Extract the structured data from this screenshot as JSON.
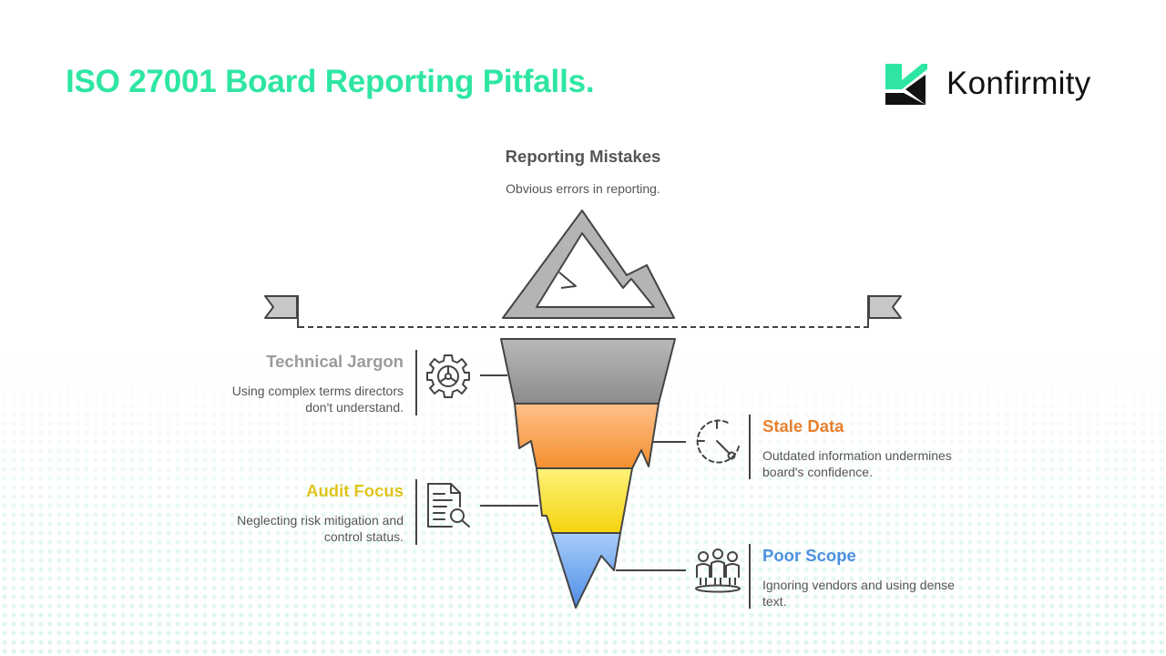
{
  "header": {
    "title": "ISO 27001 Board Reporting Pitfalls.",
    "brand_name": "Konfirmity"
  },
  "colors": {
    "title": "#2ee6a2",
    "brand_mark": "#2ee6a2",
    "gray": "#9b9b9b",
    "orange": "#e8802e",
    "yellow": "#e0c41c",
    "blue": "#4a8fe0"
  },
  "diagram": {
    "top": {
      "title": "Reporting Mistakes",
      "description": "Obvious errors in reporting.",
      "icon": "mountain-peak-icon"
    },
    "items": [
      {
        "title": "Technical Jargon",
        "line1": "Using complex terms directors",
        "line2": "don't understand.",
        "icon": "gear-icon",
        "color": "#9b9b9b"
      },
      {
        "title": "Stale Data",
        "line1": "Outdated information undermines",
        "line2": "board's confidence.",
        "icon": "clock-icon",
        "color": "#e8802e"
      },
      {
        "title": "Audit Focus",
        "line1": "Neglecting risk mitigation and",
        "line2": "control status.",
        "icon": "document-search-icon",
        "color": "#e0c41c"
      },
      {
        "title": "Poor Scope",
        "line1": "Ignoring vendors and using dense",
        "line2": "text.",
        "icon": "people-group-icon",
        "color": "#4a8fe0"
      }
    ]
  }
}
